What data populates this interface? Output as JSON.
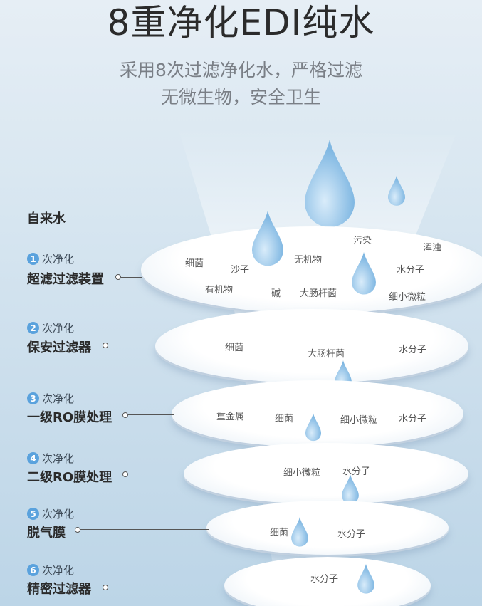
{
  "title": "8重净化EDI纯水",
  "subtitle": {
    "line1": "采用8次过滤净化水，严格过滤",
    "line2": "无微生物，安全卫生"
  },
  "source_label": "自来水",
  "stage_suffix": "次净化",
  "stages": [
    {
      "num": "1",
      "name": "超滤过滤装置",
      "contaminants": [
        "细菌",
        "沙子",
        "无机物",
        "污染",
        "浑浊",
        "水分子",
        "有机物",
        "碱",
        "大肠杆菌",
        "细小微粒"
      ]
    },
    {
      "num": "2",
      "name": "保安过滤器",
      "contaminants": [
        "细菌",
        "大肠杆菌",
        "水分子"
      ]
    },
    {
      "num": "3",
      "name": "一级RO膜处理",
      "contaminants": [
        "重金属",
        "细菌",
        "细小微粒",
        "水分子"
      ]
    },
    {
      "num": "4",
      "name": "二级RO膜处理",
      "contaminants": [
        "细小微粒",
        "水分子"
      ]
    },
    {
      "num": "5",
      "name": "脱气膜",
      "contaminants": [
        "细菌",
        "水分子"
      ]
    },
    {
      "num": "6",
      "name": "精密过滤器",
      "contaminants": [
        "水分子"
      ]
    }
  ],
  "colors": {
    "badge": "#5aa2dd",
    "drop": "#8fc3e8",
    "background": "#d9e7f1"
  }
}
